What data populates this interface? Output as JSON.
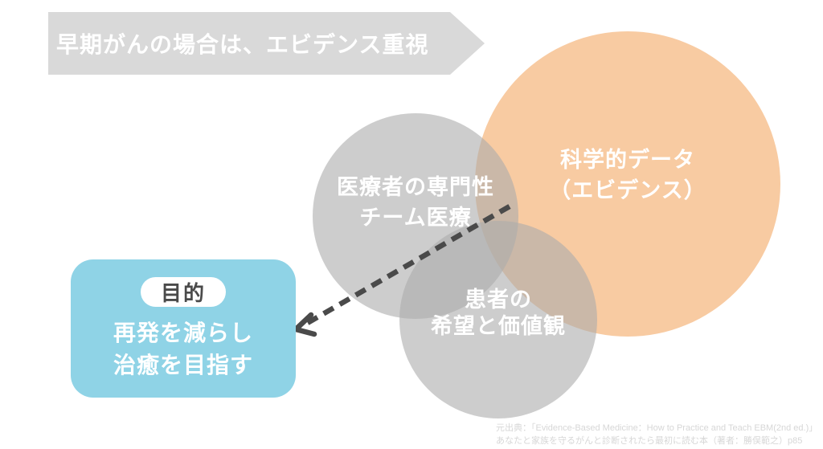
{
  "banner": {
    "label": "早期がんの場合は、エビデンス重視"
  },
  "venn": {
    "evidence_circle": {
      "line1": "科学的データ",
      "line2": "（エビデンス）"
    },
    "expertise_circle": {
      "line1": "医療者の専門性",
      "line2": "チーム医療"
    },
    "patient_circle": {
      "line1": "患者の",
      "line2": "希望と価値観"
    }
  },
  "goal_box": {
    "badge": "目的",
    "line1": "再発を減らし",
    "line2": "治癒を目指す"
  },
  "citation": {
    "line1": "元出典：「Evidence-Based Medicine：How to Practice and Teach EBM(2nd ed.)」",
    "line2": "あなたと家族を守るがんと診断されたら最初に読む本（著者：勝俣範之）p85"
  },
  "colors": {
    "banner_bg": "#d9d9d9",
    "evidence_fill": "#f8cba2",
    "team_fill": "#acacac",
    "goal_fill": "#8fd3e6",
    "arrow_color": "#4a4a4a",
    "badge_text": "#4a4a4a",
    "text_on_color": "#ffffff",
    "citation_text": "#d7d7d7"
  }
}
